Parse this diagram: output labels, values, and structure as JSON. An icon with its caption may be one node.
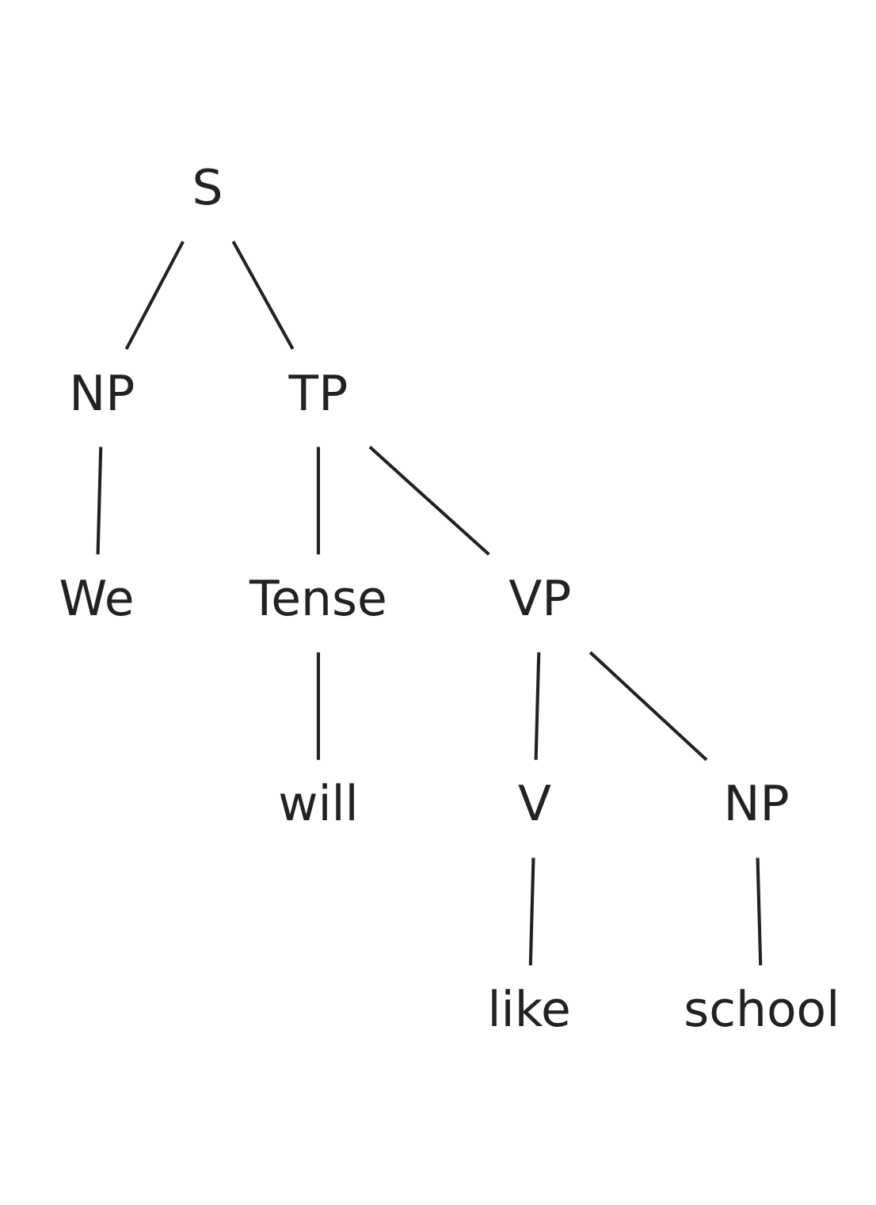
{
  "diagram": {
    "nodes": [
      {
        "text": [
          "S"
        ]
      },
      {
        "text": [
          "NP"
        ]
      },
      {
        "text": [
          "TP"
        ]
      },
      {
        "text": [
          "We"
        ]
      },
      {
        "text": [
          "Tense"
        ]
      },
      {
        "text": [
          "VP"
        ]
      },
      {
        "text": [
          "will"
        ]
      },
      {
        "text": [
          "V"
        ]
      },
      {
        "text": [
          "NP"
        ]
      },
      {
        "text": [
          "like"
        ]
      },
      {
        "text": [
          "school"
        ]
      }
    ],
    "edges": [
      {
        "from": 0,
        "to": 1,
        "arrow": "none"
      },
      {
        "from": 0,
        "to": 2,
        "arrow": "none"
      },
      {
        "from": 1,
        "to": 3,
        "arrow": "none"
      },
      {
        "from": 2,
        "to": 4,
        "arrow": "none"
      },
      {
        "from": 2,
        "to": 5,
        "arrow": "none"
      },
      {
        "from": 4,
        "to": 6,
        "arrow": "none"
      },
      {
        "from": 5,
        "to": 7,
        "arrow": "none"
      },
      {
        "from": 5,
        "to": 8,
        "arrow": "none"
      },
      {
        "from": 7,
        "to": 9,
        "arrow": "none"
      },
      {
        "from": 8,
        "to": 10,
        "arrow": "none"
      }
    ]
  }
}
